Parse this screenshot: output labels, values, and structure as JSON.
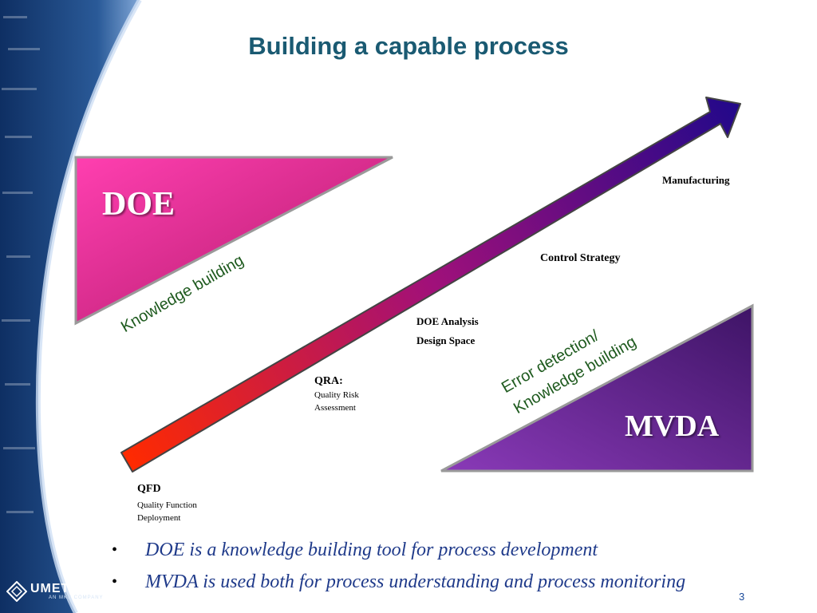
{
  "title": "Building a capable process",
  "doe": {
    "label": "DOE",
    "caption": "Knowledge building"
  },
  "mvda": {
    "label": "MVDA",
    "caption_line1": "Error detection/",
    "caption_line2": "Knowledge building"
  },
  "stages": {
    "qfd": {
      "title": "QFD",
      "line1": "Quality Function",
      "line2": "Deployment"
    },
    "qra": {
      "title": "QRA:",
      "line1": "Quality Risk",
      "line2": "Assessment"
    },
    "doe_analysis": {
      "line1": "DOE Analysis",
      "line2": "Design Space"
    },
    "control_strategy": "Control Strategy",
    "manufacturing": "Manufacturing"
  },
  "bullets": [
    "DOE is a knowledge building tool for process development",
    "MVDA is used both for process understanding and process monitoring"
  ],
  "logo": {
    "name": "UMETRICS",
    "tagline": "AN MKS COMPANY"
  },
  "page_number": "3",
  "colors": {
    "title": "#1a5a72",
    "doe_triangle": "#e0278f",
    "mvda_triangle": "#6a2a94",
    "arrow_start": "#ff2a00",
    "arrow_end": "#2a0a8a",
    "bullet_text": "#1f3a8a",
    "caption_green": "#1e5a1e"
  }
}
